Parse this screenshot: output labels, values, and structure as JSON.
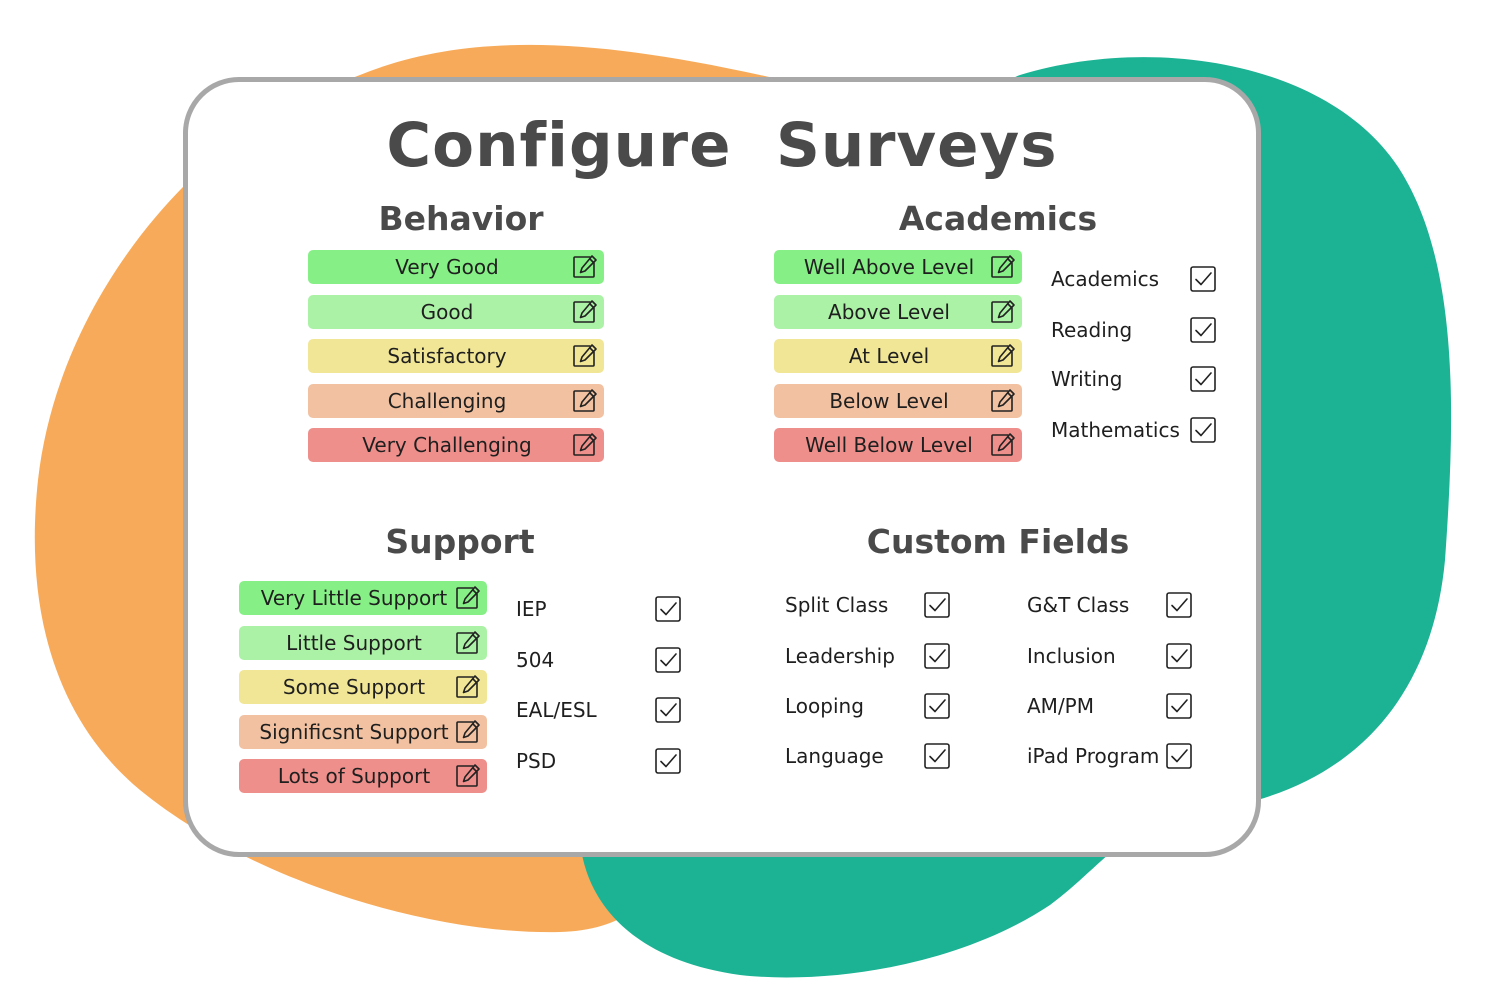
{
  "colors": {
    "orange_blob": "#f7ab5a",
    "teal_blob": "#1bb394",
    "card_border": "#a8a8a8",
    "very_good": "#86ef86",
    "good": "#abf2a6",
    "satisfactory": "#f1e695",
    "challenging": "#f1c1a1",
    "very_challenging": "#ee8f8b"
  },
  "title": "Configure  Surveys",
  "behavior": {
    "title": "Behavior",
    "items": [
      {
        "label": "Very Good",
        "icon": "edit-icon"
      },
      {
        "label": "Good",
        "icon": "edit-icon"
      },
      {
        "label": "Satisfactory",
        "icon": "edit-icon"
      },
      {
        "label": "Challenging",
        "icon": "edit-icon"
      },
      {
        "label": "Very Challenging",
        "icon": "edit-icon"
      }
    ]
  },
  "academics": {
    "title": "Academics",
    "items": [
      {
        "label": "Well Above Level",
        "icon": "edit-icon"
      },
      {
        "label": "Above Level",
        "icon": "edit-icon"
      },
      {
        "label": "At Level",
        "icon": "edit-icon"
      },
      {
        "label": "Below Level",
        "icon": "edit-icon"
      },
      {
        "label": "Well Below Level",
        "icon": "edit-icon"
      }
    ],
    "checks": [
      {
        "label": "Academics",
        "checked": true
      },
      {
        "label": "Reading",
        "checked": true
      },
      {
        "label": "Writing",
        "checked": true
      },
      {
        "label": "Mathematics",
        "checked": true
      }
    ]
  },
  "support": {
    "title": "Support",
    "items": [
      {
        "label": "Very Little Support",
        "icon": "edit-icon"
      },
      {
        "label": "Little Support",
        "icon": "edit-icon"
      },
      {
        "label": "Some Support",
        "icon": "edit-icon"
      },
      {
        "label": "Significsnt Support",
        "icon": "edit-icon"
      },
      {
        "label": "Lots of Support",
        "icon": "edit-icon"
      }
    ],
    "checks": [
      {
        "label": "IEP",
        "checked": true
      },
      {
        "label": "504",
        "checked": true
      },
      {
        "label": "EAL/ESL",
        "checked": true
      },
      {
        "label": "PSD",
        "checked": true
      }
    ]
  },
  "custom_fields": {
    "title": "Custom Fields",
    "left_checks": [
      {
        "label": "Split Class",
        "checked": true
      },
      {
        "label": "Leadership",
        "checked": true
      },
      {
        "label": "Looping",
        "checked": true
      },
      {
        "label": "Language",
        "checked": true
      }
    ],
    "right_checks": [
      {
        "label": "G&T Class",
        "checked": true
      },
      {
        "label": "Inclusion",
        "checked": true
      },
      {
        "label": "AM/PM",
        "checked": true
      },
      {
        "label": "iPad Program",
        "checked": true
      }
    ]
  }
}
